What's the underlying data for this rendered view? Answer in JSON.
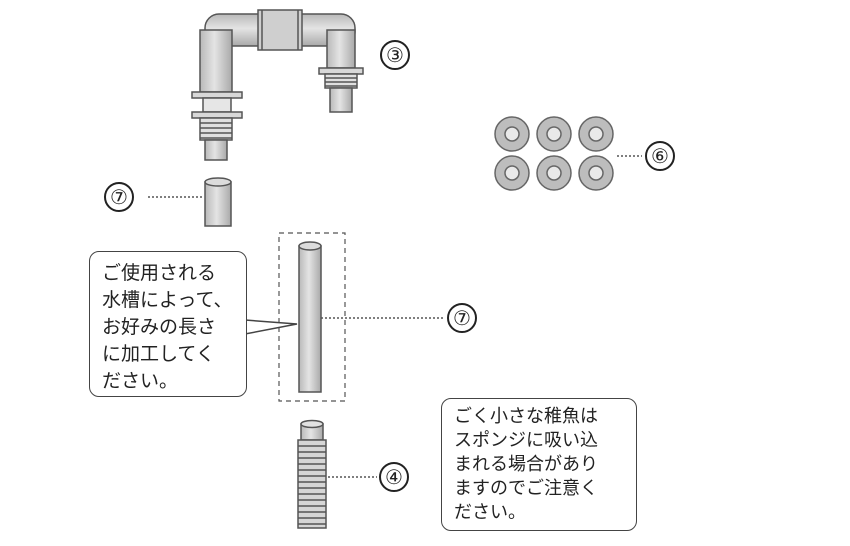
{
  "labels": {
    "pipe_assembly": "③",
    "strainer": "④",
    "washers": "⑥",
    "short_tube": "⑦",
    "long_tube": "⑦"
  },
  "note_cut_to_length": [
    "ご使用される",
    "水槽によって、",
    "お好みの長さ",
    "に加工してく",
    "ださい。"
  ],
  "note_small_fry": [
    "ごく小さな稚魚は",
    "スポンジに吸い込",
    "まれる場合があり",
    "ますのでご注意く",
    "ださい。"
  ]
}
